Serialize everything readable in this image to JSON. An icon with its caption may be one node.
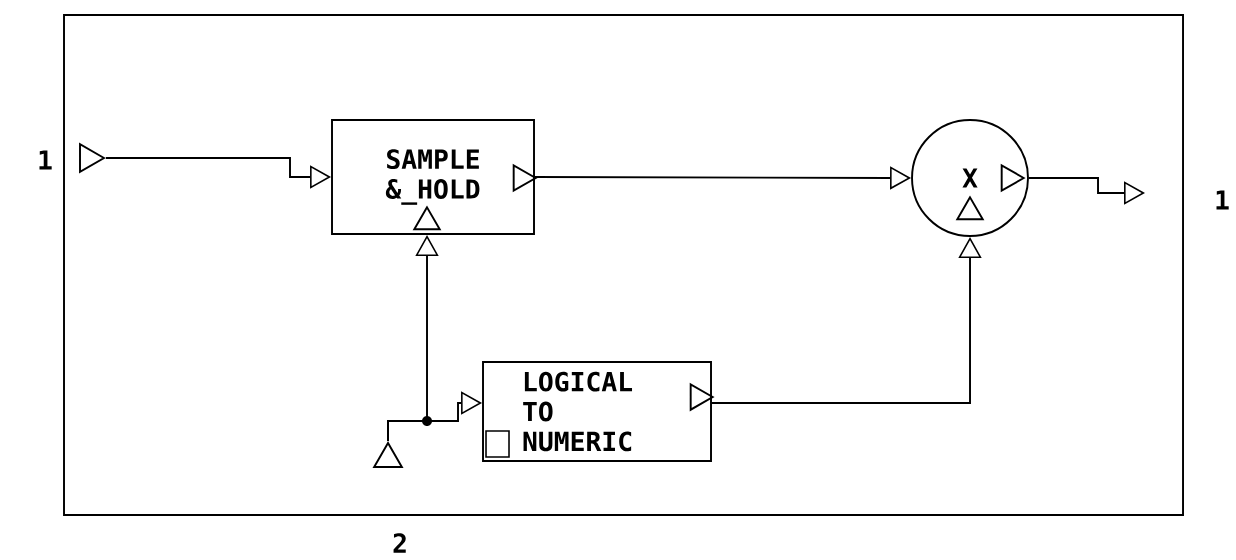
{
  "diagram": {
    "nodes": [
      {
        "text": [],
        "shape": "box"
      },
      {
        "text": [],
        "shape": "triangle",
        "in": 0,
        "beside": [
          "1"
        ]
      },
      {
        "text": [
          "SAMPLE &_HOLD"
        ],
        "in": 0
      },
      {
        "text": [
          "X"
        ],
        "in": 0
      },
      {
        "text": [
          "LOGICAL TO NUMERIC"
        ],
        "in": 0
      },
      {
        "text": [],
        "shape": "triangle",
        "in": 0,
        "beside": [
          "2"
        ]
      }
    ],
    "edges": [
      {
        "from": 1,
        "to": 2,
        "arrow": "to"
      },
      {
        "from": 2,
        "to": 3,
        "arrow": "to"
      },
      {
        "from": 3,
        "to": null,
        "arrow": "to"
      },
      {
        "from": 5,
        "to": 2,
        "arrow": "to"
      },
      {
        "from": 5,
        "to": 4,
        "arrow": "to"
      },
      {
        "from": 4,
        "to": 3,
        "arrow": "to"
      }
    ],
    "labels": [
      "1"
    ]
  }
}
